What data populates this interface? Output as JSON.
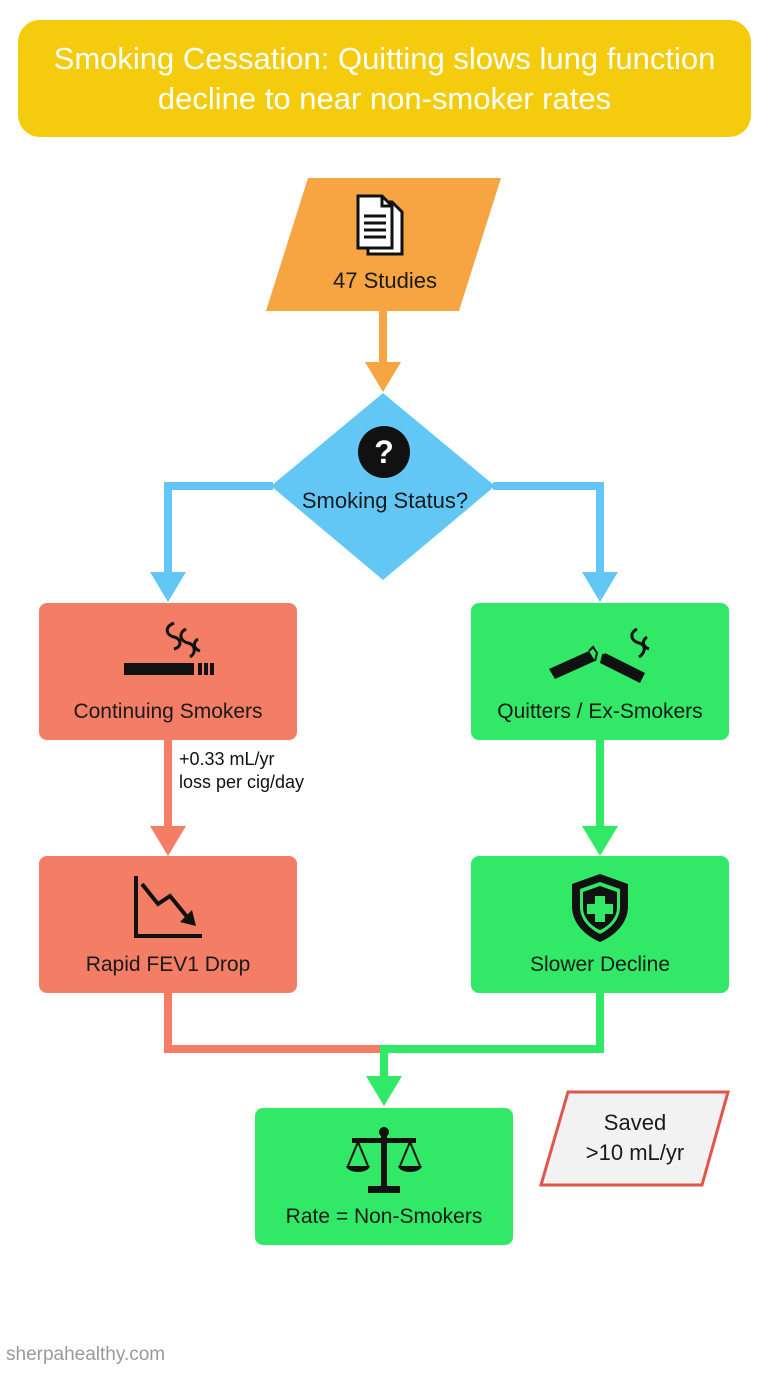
{
  "title": "Smoking Cessation: Quitting slows lung function decline to near non-smoker rates",
  "input": {
    "label": "47 Studies",
    "icon": "documents-icon"
  },
  "decision": {
    "label": "Smoking Status?",
    "icon": "question-icon"
  },
  "left_branch": {
    "box1": {
      "label": "Continuing Smokers",
      "icon": "cigarette-icon"
    },
    "annotation_line1": "+0.33 mL/yr",
    "annotation_line2": "loss per cig/day",
    "box2": {
      "label": "Rapid FEV1 Drop",
      "icon": "decline-chart-icon"
    }
  },
  "right_branch": {
    "box1": {
      "label": "Quitters / Ex-Smokers",
      "icon": "broken-cigarette-icon"
    },
    "box2": {
      "label": "Slower Decline",
      "icon": "shield-cross-icon"
    }
  },
  "result": {
    "label": "Rate = Non-Smokers",
    "icon": "balance-scale-icon"
  },
  "saved_note": {
    "line1": "Saved",
    "line2": ">10 mL/yr"
  },
  "footer": "sherpahealthy.com",
  "colors": {
    "title_bg": "#F4CC0D",
    "input": "#F7A443",
    "decision": "#63C7F6",
    "smoker": "#F47D66",
    "quitter": "#31E966",
    "saved_border": "#E0564A"
  }
}
